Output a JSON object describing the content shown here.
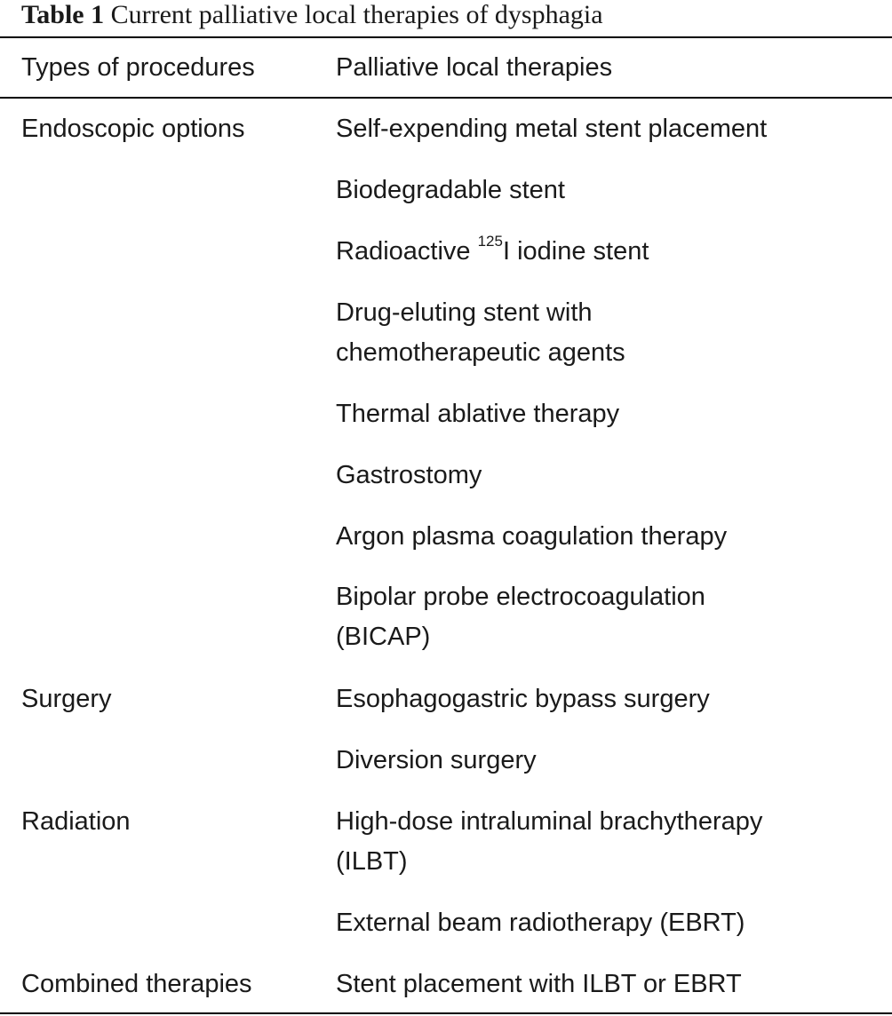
{
  "caption": {
    "label": "Table 1",
    "title": "Current palliative local therapies of dysphagia"
  },
  "header": {
    "col1": "Types of procedures",
    "col2": "Palliative local therapies"
  },
  "rows": {
    "endoscopic": {
      "type": "Endoscopic options",
      "t0": "Self-expending metal stent placement",
      "t1": "Biodegradable stent",
      "t2_pre": "Radioactive ",
      "t2_sup": "125",
      "t2_post": "I iodine stent",
      "t3_l1": "Drug-eluting stent with",
      "t3_l2": "chemotherapeutic agents",
      "t4": "Thermal ablative therapy",
      "t5": "Gastrostomy",
      "t6": "Argon plasma coagulation therapy",
      "t7_l1": "Bipolar probe electrocoagulation",
      "t7_l2": "(BICAP)"
    },
    "surgery": {
      "type": "Surgery",
      "t0": "Esophagogastric bypass surgery",
      "t1": "Diversion surgery"
    },
    "radiation": {
      "type": "Radiation",
      "t0_l1": "High-dose intraluminal brachytherapy",
      "t0_l2": "(ILBT)",
      "t1": "External beam radiotherapy (EBRT)"
    },
    "combined": {
      "type": "Combined therapies",
      "t0": "Stent placement with ILBT or EBRT"
    }
  }
}
